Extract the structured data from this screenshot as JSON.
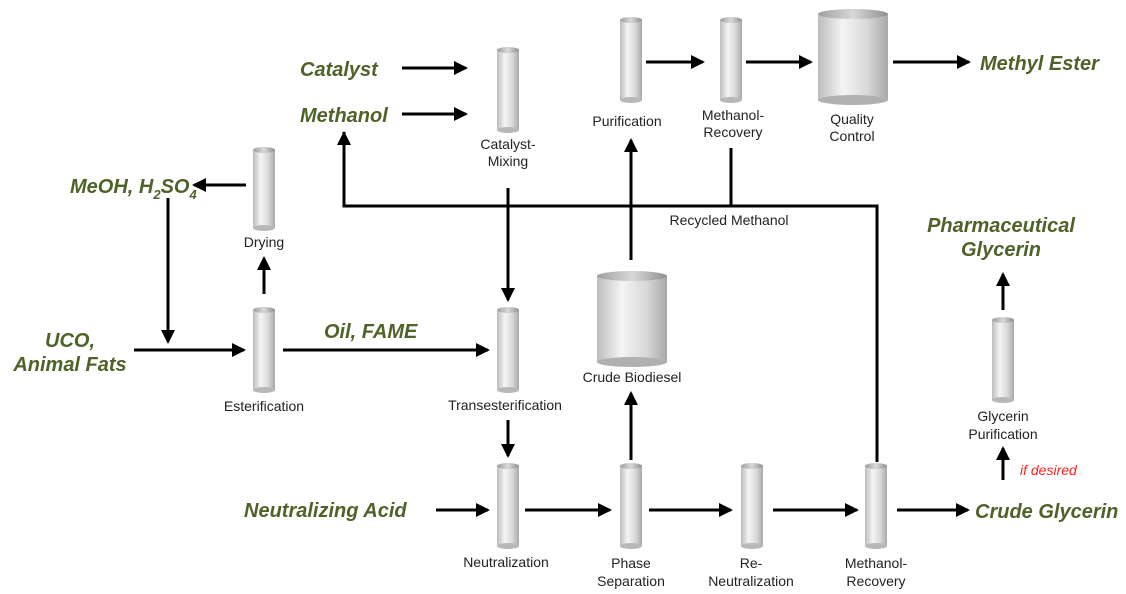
{
  "colors": {
    "io_text": "#4f6228",
    "note": "#ff2020",
    "arrow": "#000000"
  },
  "io": {
    "catalyst": "Catalyst",
    "methanol": "Methanol",
    "methyl_ester": "Methyl Ester",
    "meoh_h2so4": {
      "a": "MeOH, H",
      "sub1": "2",
      "b": "SO",
      "sub2": "4"
    },
    "pharma_1": "Pharmaceutical",
    "pharma_2": "Glycerin",
    "uco_1": "UCO,",
    "uco_2": "Animal Fats",
    "oil_fame": "Oil, FAME",
    "neutralizing_acid": "Neutralizing Acid",
    "crude_glycerin": "Crude Glycerin"
  },
  "units": {
    "catalyst_mixing": [
      "Catalyst-",
      "Mixing"
    ],
    "purification": [
      "Purification"
    ],
    "methanol_recovery_top": [
      "Methanol-",
      "Recovery"
    ],
    "quality_control": [
      "Quality",
      "Control"
    ],
    "drying": [
      "Drying"
    ],
    "esterification": [
      "Esterification"
    ],
    "transesterification": [
      "Transesterification"
    ],
    "crude_biodiesel": [
      "Crude Biodiesel"
    ],
    "glycerin_purification": [
      "Glycerin",
      "Purification"
    ],
    "neutralization": [
      "Neutralization"
    ],
    "phase_separation": [
      "Phase",
      "Separation"
    ],
    "re_neutralization": [
      "Re-",
      "Neutralization"
    ],
    "methanol_recovery_bottom": [
      "Methanol-",
      "Recovery"
    ]
  },
  "recycled_methanol": "Recycled Methanol",
  "if_desired": "if desired"
}
